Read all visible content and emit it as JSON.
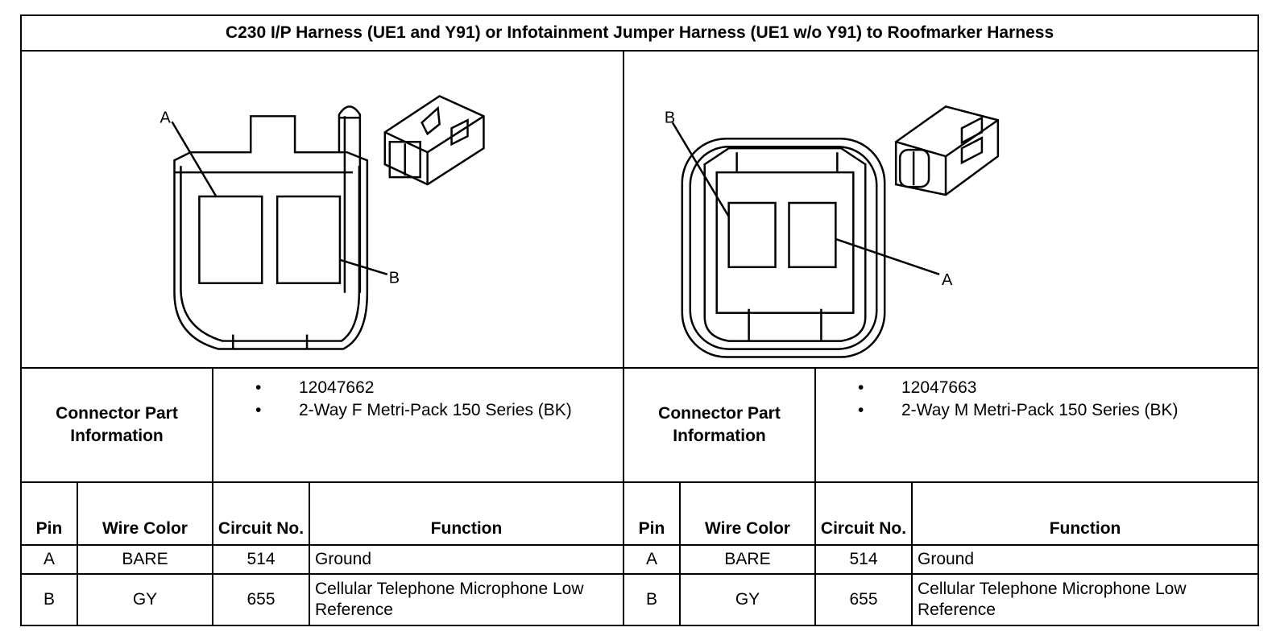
{
  "title": "C230 I/P Harness (UE1 and Y91) or Infotainment Jumper Harness (UE1 w/o Y91) to Roofmarker Harness",
  "left": {
    "callouts": {
      "a": "A",
      "b": "B"
    },
    "part_label": "Connector Part Information",
    "part_info": [
      "12047662",
      "2-Way F Metri-Pack 150 Series (BK)"
    ]
  },
  "right": {
    "callouts": {
      "a": "A",
      "b": "B"
    },
    "part_label": "Connector Part Information",
    "part_info": [
      "12047663",
      "2-Way M Metri-Pack 150 Series (BK)"
    ]
  },
  "headers": {
    "pin": "Pin",
    "wire_color": "Wire Color",
    "circuit_no": "Circuit No.",
    "function": "Function"
  },
  "rows": [
    {
      "pin": "A",
      "wire_color": "BARE",
      "circuit_no": "514",
      "function": "Ground"
    },
    {
      "pin": "B",
      "wire_color": "GY",
      "circuit_no": "655",
      "function": "Cellular Telephone Microphone Low Reference"
    }
  ]
}
